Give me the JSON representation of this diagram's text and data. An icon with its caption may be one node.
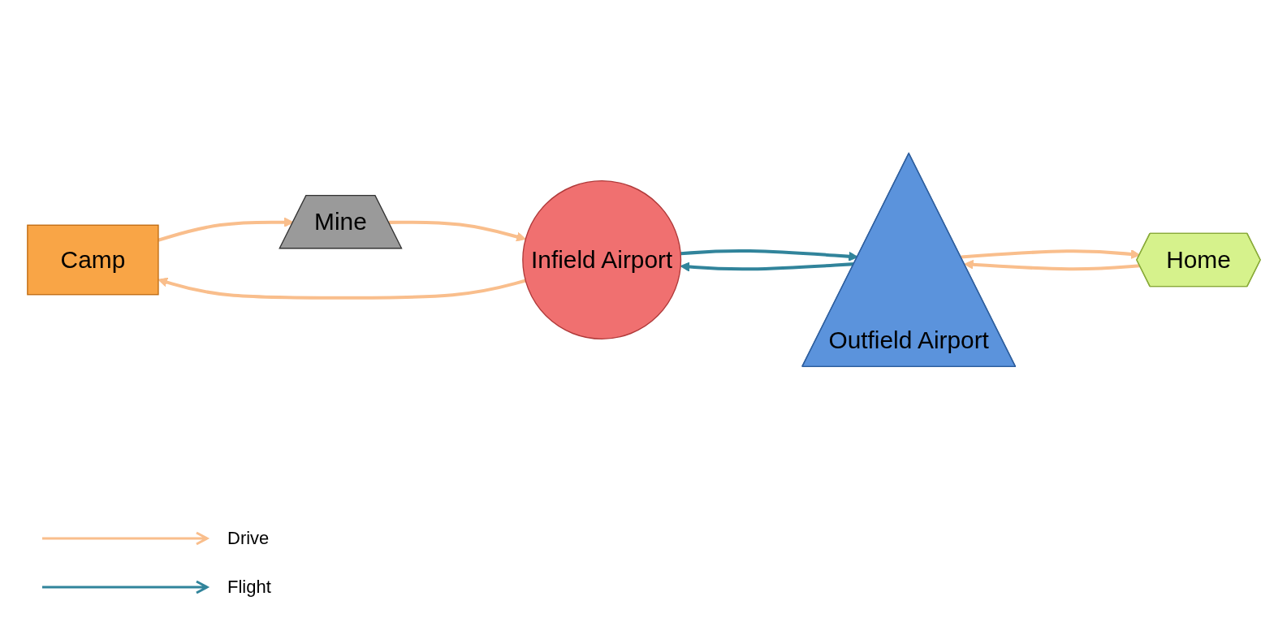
{
  "diagram": {
    "nodes": [
      {
        "text": [
          "Camp"
        ]
      },
      {
        "text": [
          "Mine"
        ]
      },
      {
        "text": [
          "Infield Airport"
        ]
      },
      {
        "text": [
          "Outfield Airport"
        ]
      },
      {
        "text": [
          "Home"
        ]
      }
    ],
    "edges": [
      {
        "from": 0,
        "to": 1,
        "arrow": "to"
      },
      {
        "from": 2,
        "to": 0,
        "arrow": "to"
      },
      {
        "from": 1,
        "to": 2,
        "arrow": "to"
      },
      {
        "from": 3,
        "to": 2,
        "arrow": "to",
        "color": "#31849b"
      },
      {
        "from": 2,
        "to": 3,
        "arrow": "to",
        "color": "#31849b"
      },
      {
        "from": 3,
        "to": 4,
        "arrow": "to"
      },
      {
        "from": 4,
        "to": 3,
        "arrow": "to"
      }
    ],
    "legend": [
      {
        "text": "Drive"
      },
      {
        "text": "Flight"
      }
    ]
  }
}
